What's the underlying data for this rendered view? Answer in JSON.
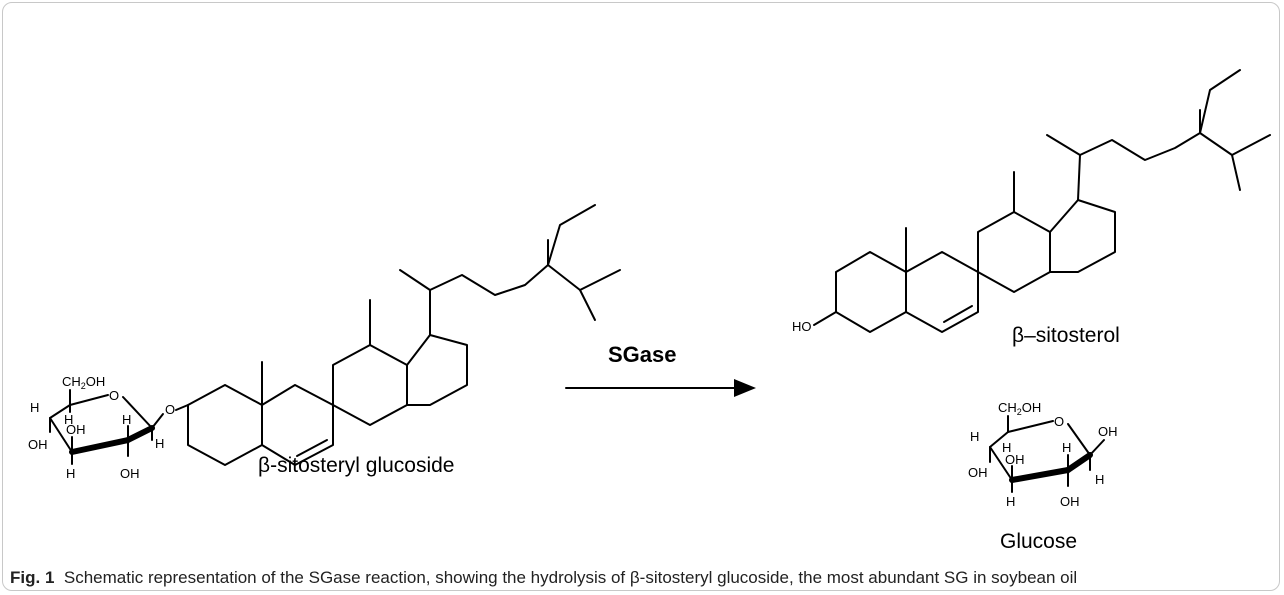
{
  "figure": {
    "reactant_label": "β-sitosteryl glucoside",
    "product_label": "β–sitosterol",
    "glucose_label": "Glucose",
    "enzyme_label": "SGase"
  },
  "atoms": {
    "o": "O",
    "h": "H",
    "oh": "OH",
    "ho": "HO",
    "ch2oh_main": "CH",
    "ch2oh_sub": "2",
    "ch2oh_tail": "OH"
  },
  "caption": {
    "fig_label": "Fig. 1",
    "text": "Schematic representation of the SGase reaction, showing the hydrolysis of β-sitosteryl glucoside, the most abundant SG in soybean oil"
  }
}
